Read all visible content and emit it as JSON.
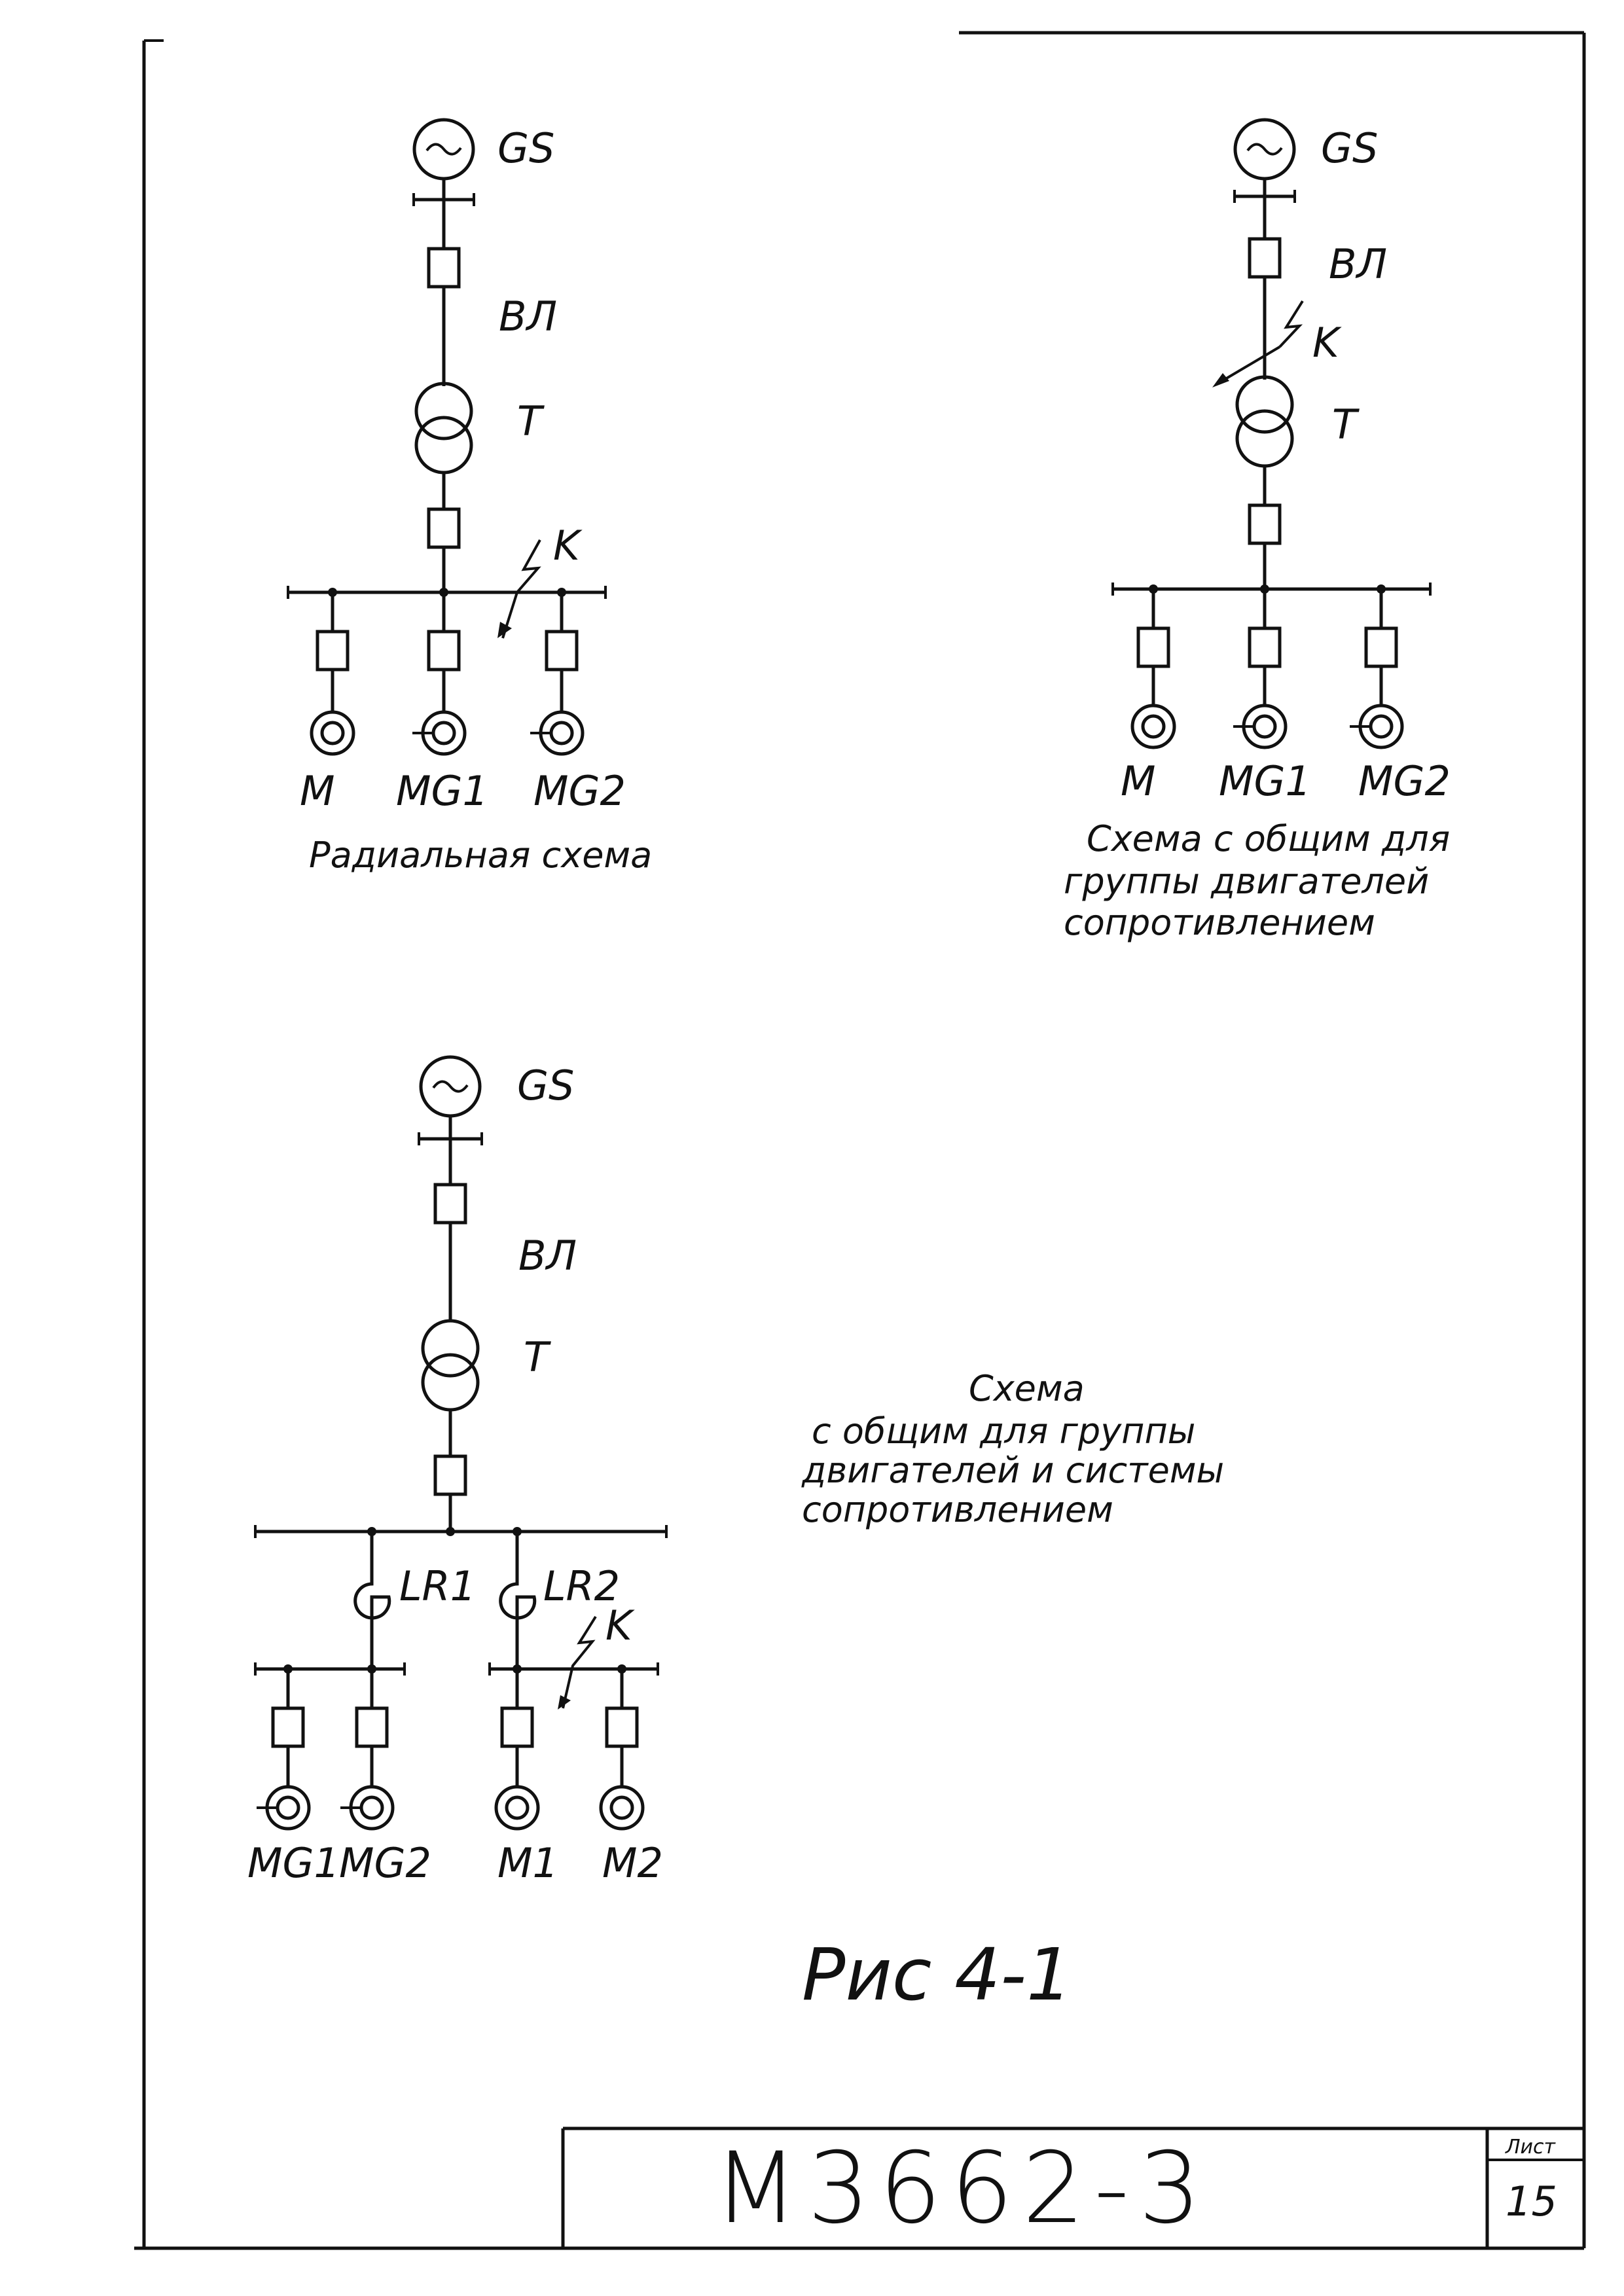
{
  "diagrams": [
    {
      "generator": "GS",
      "line": "ВЛ",
      "transformer": "T",
      "fault": "K",
      "loads": [
        "M",
        "MG1",
        "MG2"
      ],
      "caption": "Радиальная схема"
    },
    {
      "generator": "GS",
      "line": "ВЛ",
      "transformer": "T",
      "fault": "K",
      "loads": [
        "M",
        "MG1",
        "MG2"
      ],
      "caption": [
        "Схема с общим для",
        "группы двигателей",
        "сопротивлением"
      ]
    },
    {
      "generator": "GS",
      "line": "ВЛ",
      "transformer": "T",
      "fault": "K",
      "reactors": [
        "LR1",
        "LR2"
      ],
      "loads": [
        "MG1",
        "MG2",
        "M1",
        "M2"
      ],
      "caption": [
        "Схема",
        "с общим для группы",
        "двигателей и системы",
        "сопротивлением"
      ]
    }
  ],
  "figure_label": "Рис 4-1",
  "title_block": {
    "doc_number": "М3662-3",
    "sheet_label": "Лист",
    "sheet_number": "15"
  }
}
